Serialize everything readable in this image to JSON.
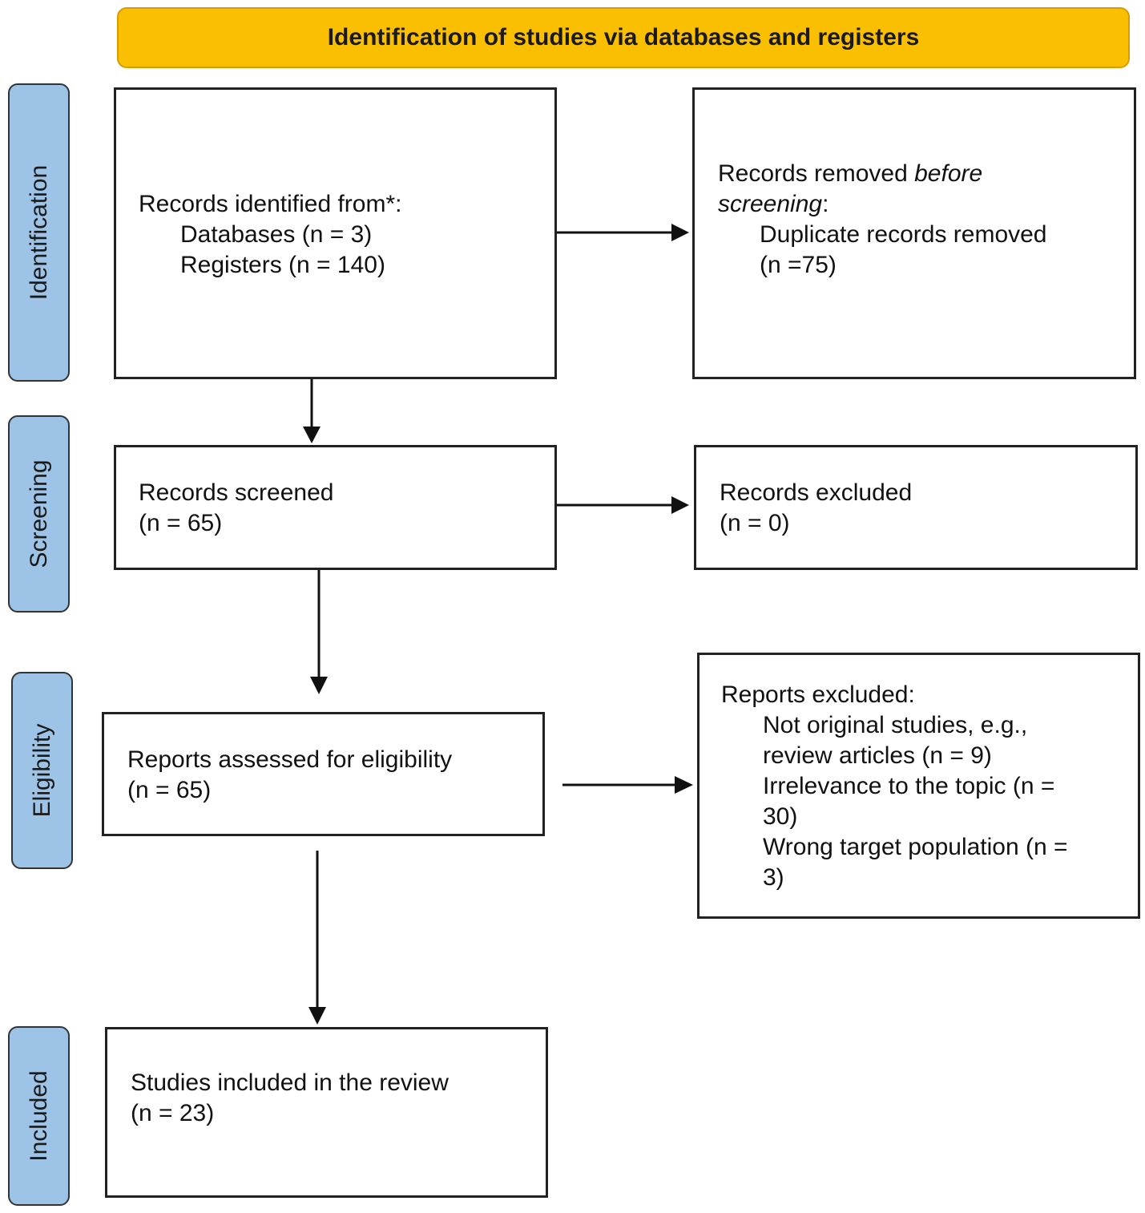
{
  "header": {
    "title": "Identification of studies via databases and registers"
  },
  "phases": {
    "identification": "Identification",
    "screening": "Screening",
    "eligibility": "Eligibility",
    "included": "Included"
  },
  "boxes": {
    "records_identified": {
      "heading": "Records identified from*:",
      "databases": "Databases (n = 3)",
      "registers": "Registers (n = 140)"
    },
    "records_removed": {
      "heading_prefix": "Records removed ",
      "heading_italic": "before",
      "heading_italic_2": "screening",
      "heading_suffix": ":",
      "duplicates": "Duplicate records removed",
      "duplicates_n": "(n =75)"
    },
    "records_screened": {
      "label": "Records screened",
      "n": "(n = 65)"
    },
    "records_excluded": {
      "label": "Records excluded",
      "n": "(n = 0)"
    },
    "reports_assessed": {
      "label": "Reports assessed for eligibility",
      "n": "(n = 65)"
    },
    "reports_excluded": {
      "heading": "Reports excluded:",
      "reason1_a": "Not original studies, e.g.,",
      "reason1_b": "review articles (n = 9)",
      "reason2_a": "Irrelevance to the topic (n =",
      "reason2_b": "30)",
      "reason3_a": "Wrong target population (n =",
      "reason3_b": "3)"
    },
    "studies_included": {
      "label": "Studies included in the review",
      "n": "(n = 23)"
    }
  }
}
